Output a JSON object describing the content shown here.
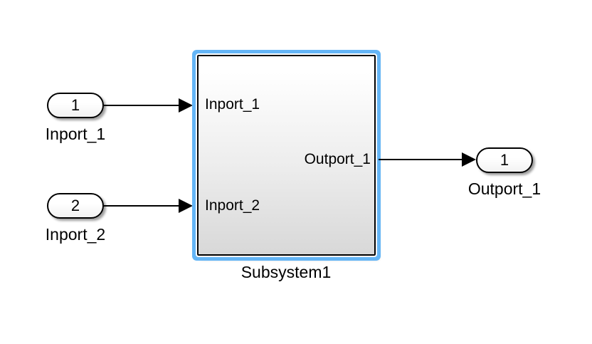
{
  "blocks": {
    "inport1": {
      "number": "1",
      "label": "Inport_1"
    },
    "inport2": {
      "number": "2",
      "label": "Inport_2"
    },
    "outport1": {
      "number": "1",
      "label": "Outport_1"
    },
    "subsystem": {
      "label": "Subsystem1",
      "port_in1": "Inport_1",
      "port_in2": "Inport_2",
      "port_out1": "Outport_1"
    }
  },
  "colors": {
    "selection_highlight": "#64B5F6",
    "block_border": "#000000",
    "canvas_bg": "#FFFFFF",
    "block_fill": "#FFFFFF",
    "gradient_top": "#FFFFFF",
    "gradient_mid": "#EDEDED",
    "gradient_bottom": "#D8D8D8",
    "line_color": "#000000",
    "text_color": "#000000"
  }
}
